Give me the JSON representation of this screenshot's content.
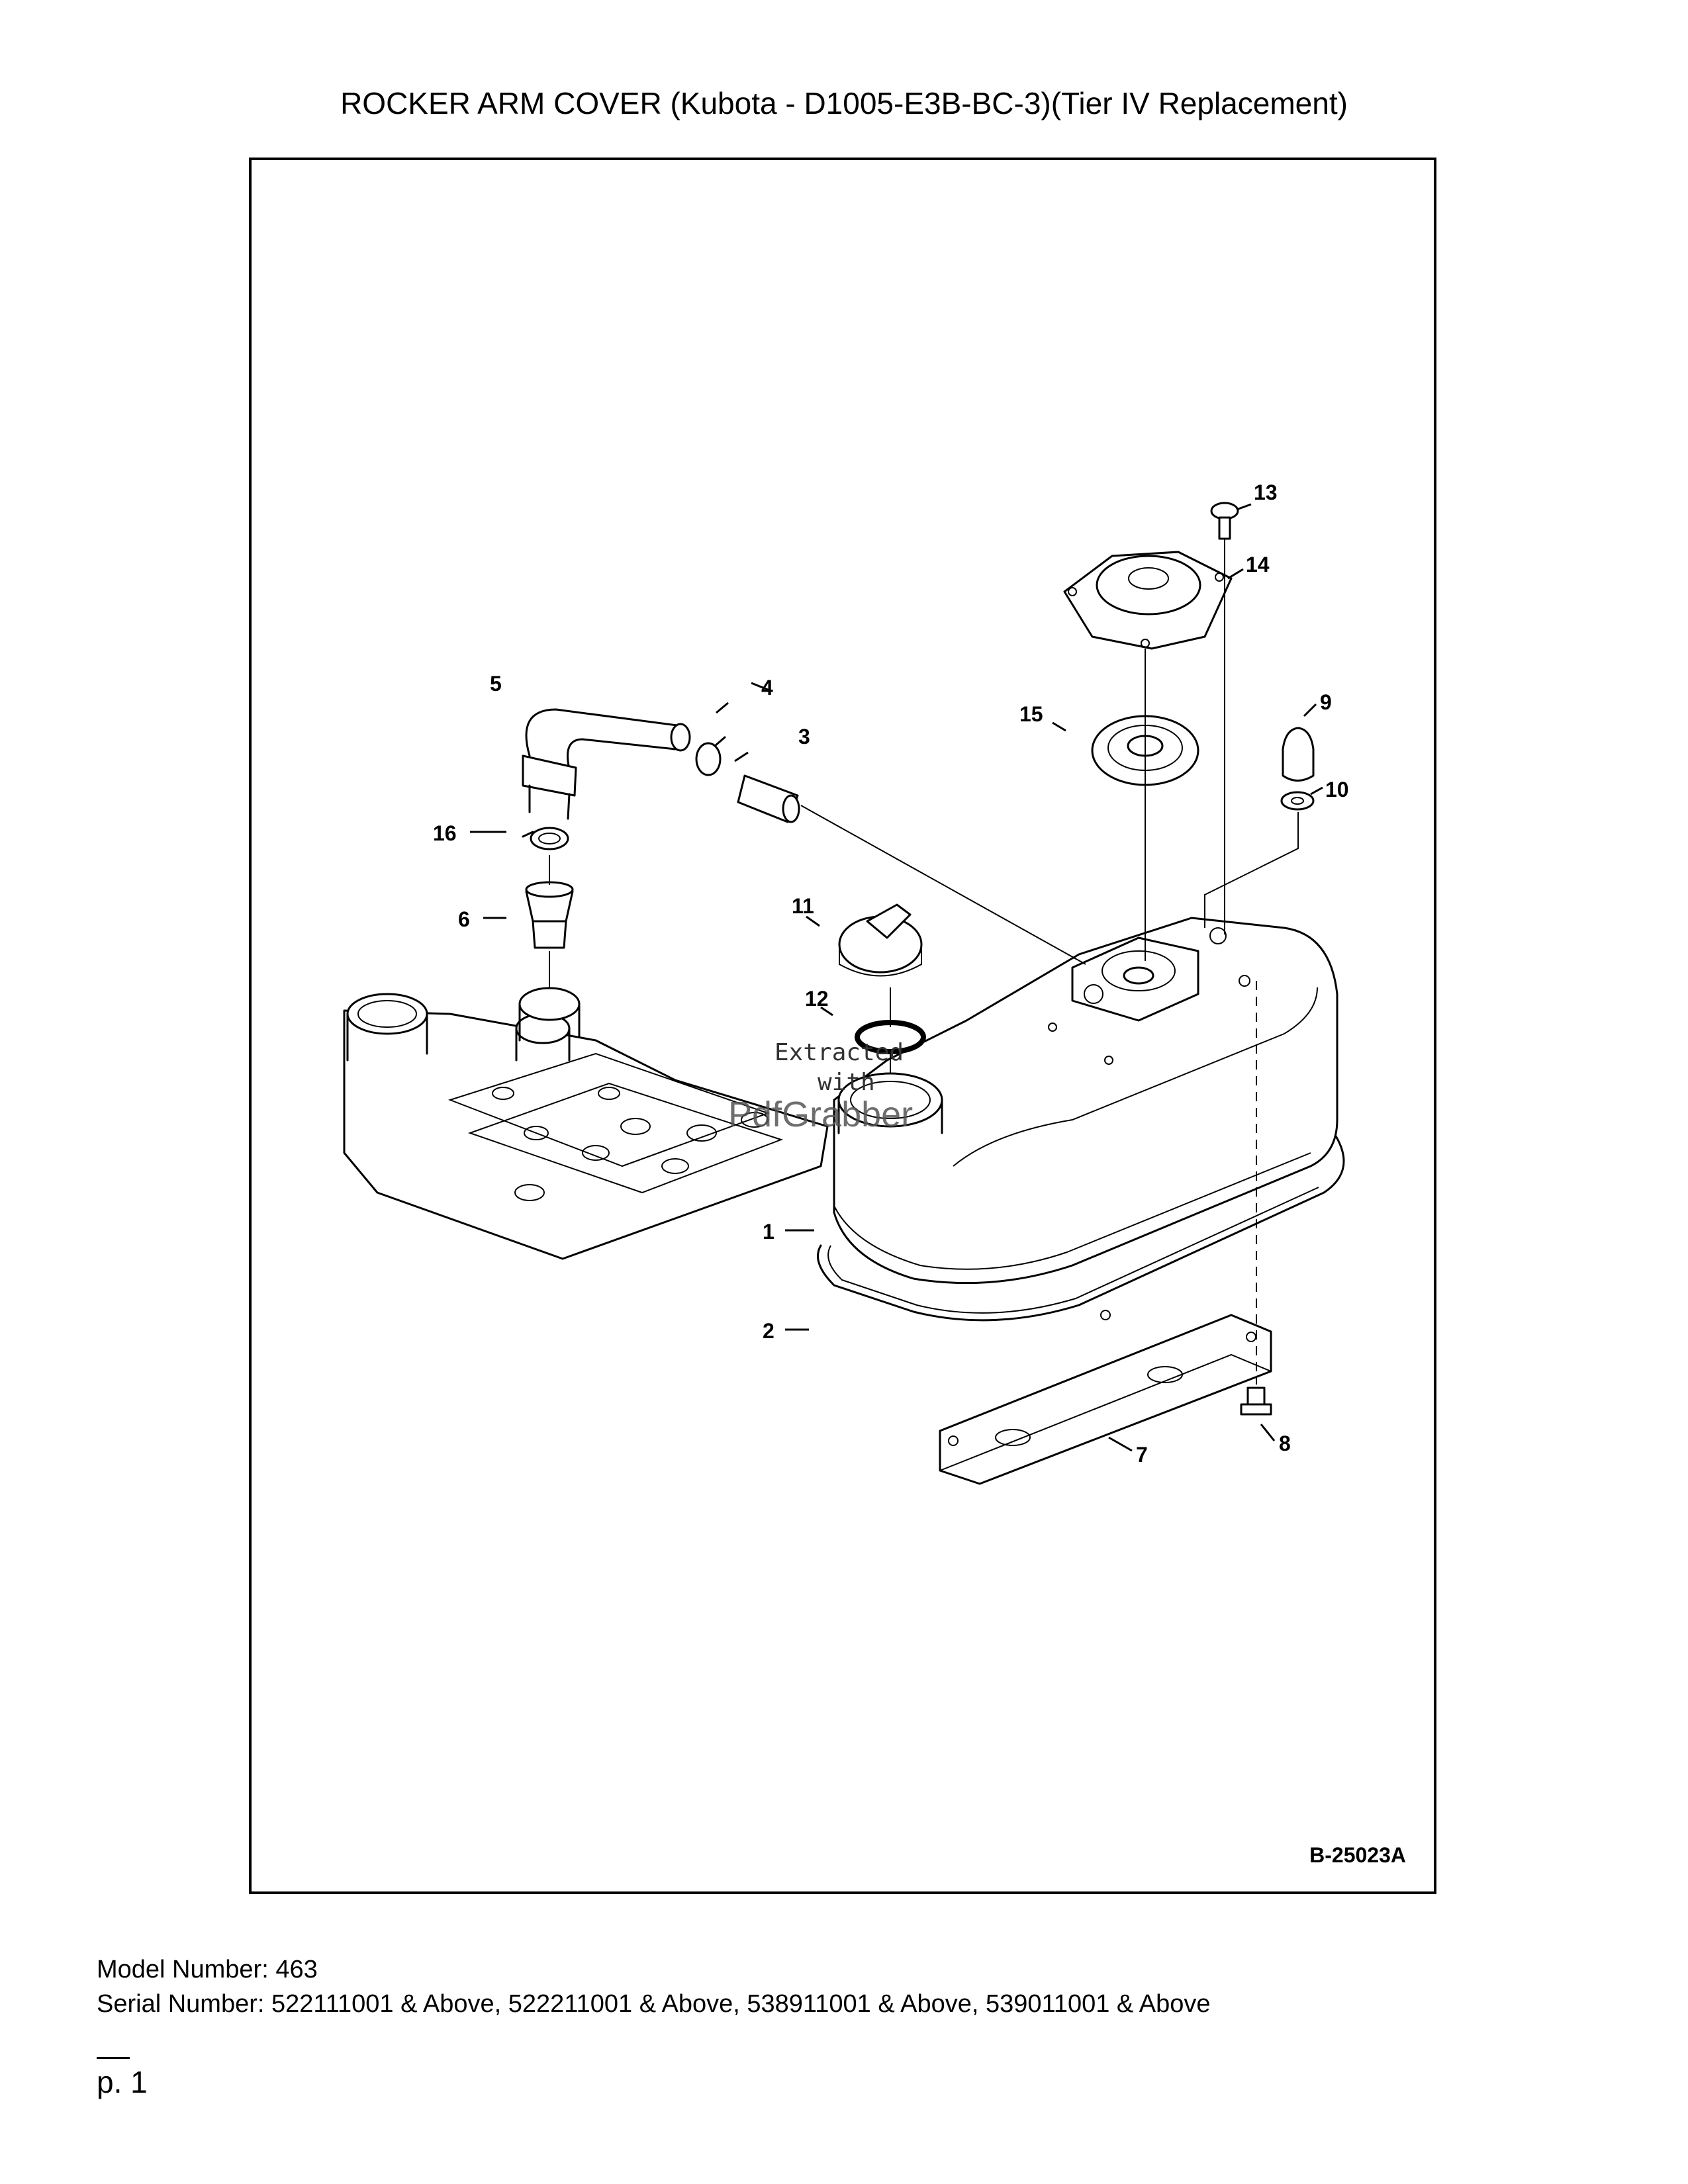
{
  "page": {
    "title": "ROCKER ARM COVER (Kubota - D1005-E3B-BC-3)(Tier IV Replacement)",
    "figure_code": "B-25023A",
    "model_number": "Model Number: 463",
    "serial_number": "Serial Number: 522111001 & Above, 522211001 & Above, 538911001 & Above, 539011001 & Above",
    "page_number": "p. 1"
  },
  "diagram": {
    "callouts": [
      "1",
      "2",
      "3",
      "4",
      "5",
      "6",
      "7",
      "8",
      "9",
      "10",
      "11",
      "12",
      "13",
      "14",
      "15",
      "16"
    ],
    "watermark": [
      "Extracted",
      "with",
      "PdfGrabber"
    ]
  }
}
